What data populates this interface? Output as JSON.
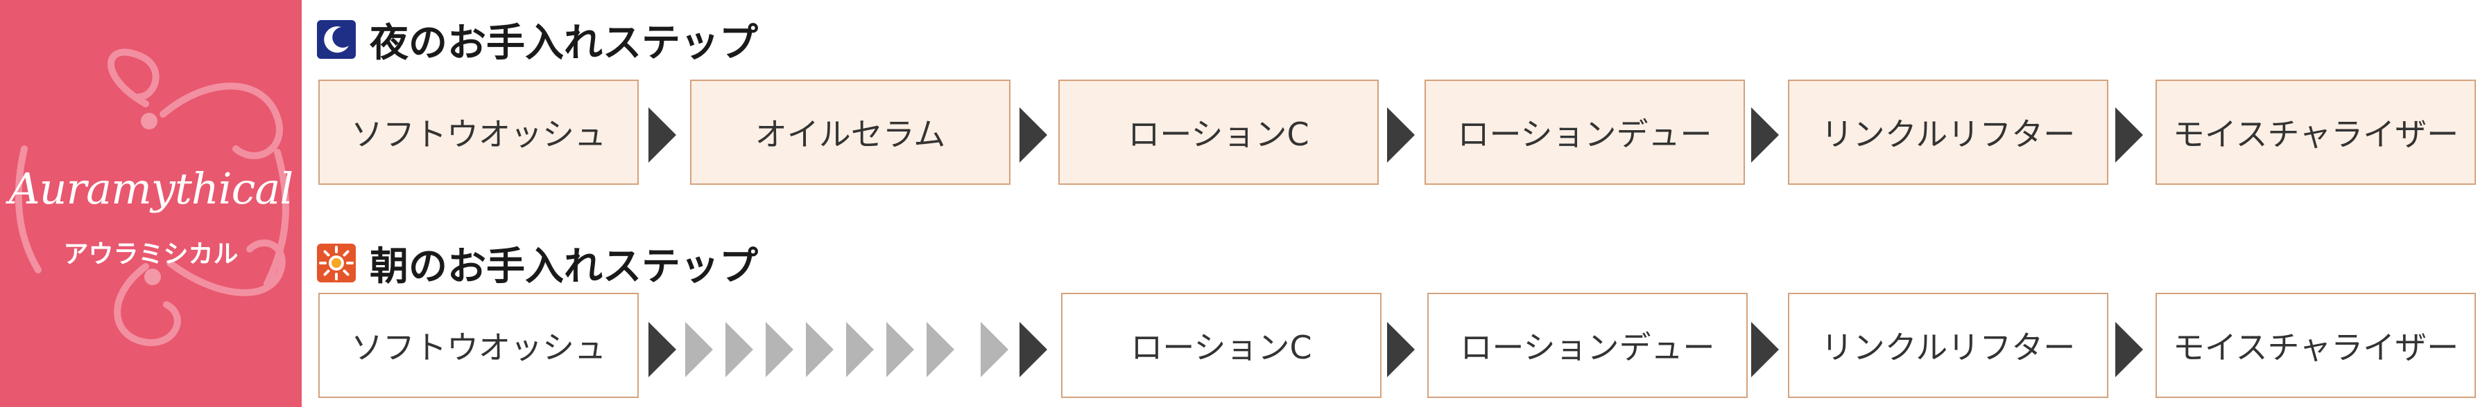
{
  "brand": {
    "name": "Auramythical",
    "kana": "アウラミシカル"
  },
  "night": {
    "title": "夜のお手入れステップ",
    "icon": "moon-icon",
    "steps": [
      "ソフトウオッシュ",
      "オイルセラム",
      "ローションC",
      "ローションデュー",
      "リンクルリフター",
      "モイスチャライザー"
    ]
  },
  "morning": {
    "title": "朝のお手入れステップ",
    "icon": "sun-icon",
    "steps": [
      "ソフトウオッシュ",
      "ローションC",
      "ローションデュー",
      "リンクルリフター",
      "モイスチャライザー"
    ]
  },
  "colors": {
    "brand_bg": "#e8586f",
    "night_step_bg": "#fcefe5",
    "step_border": "#d4a27c",
    "arrow_dark": "#3c3c3c",
    "arrow_light": "#b5b5b5",
    "moon_badge": "#1f2f86",
    "sun_badge": "#e4552a"
  }
}
